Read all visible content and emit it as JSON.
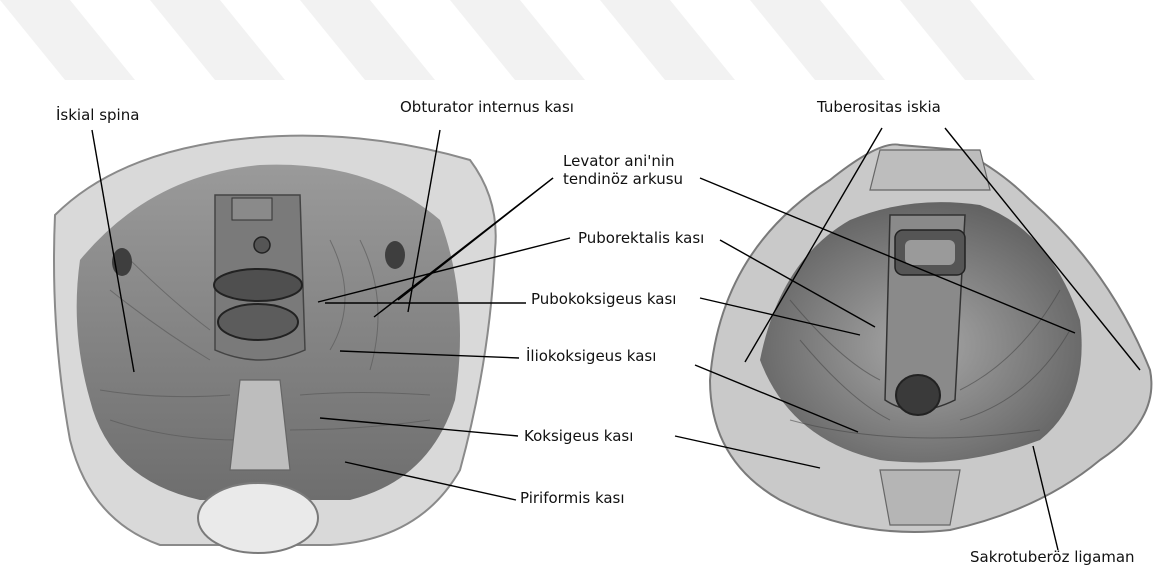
{
  "labels": {
    "iskial_spina": "İskial spina",
    "obturator_internus": "Obturator internus kası",
    "levator_ani_line1": "Levator ani'nin",
    "levator_ani_line2": "tendinöz arkusu",
    "puborektalis": "Puborektalis kası",
    "pubokoksigeus": "Pubokoksigeus kası",
    "iliokoksigeus": "İliokoksigeus kası",
    "koksigeus": "Koksigeus kası",
    "piriformis": "Piriformis kası",
    "tuberositas_iskia": "Tuberositas iskia",
    "sakrotuberoz": "Sakrotuberöz ligaman"
  }
}
